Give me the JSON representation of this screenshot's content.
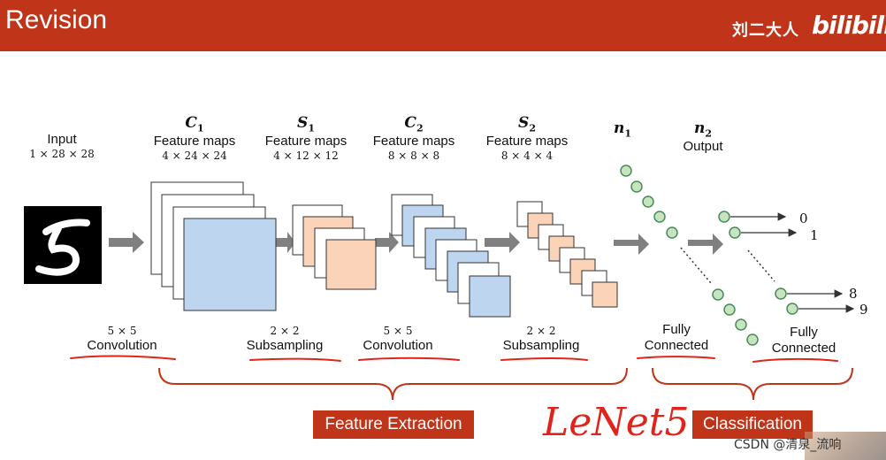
{
  "header": {
    "title": "Revision",
    "brand_cn": "刘二大人",
    "brand_logo": "bilibili"
  },
  "layers": {
    "input": {
      "title": "Input",
      "dims": "1 × 28 × 28"
    },
    "c1": {
      "name": "C",
      "sub": "1",
      "title": "Feature maps",
      "dims": "4 × 24 × 24"
    },
    "s1": {
      "name": "S",
      "sub": "1",
      "title": "Feature maps",
      "dims": "4 × 12 × 12"
    },
    "c2": {
      "name": "C",
      "sub": "2",
      "title": "Feature maps",
      "dims": "8 × 8 × 8"
    },
    "s2": {
      "name": "S",
      "sub": "2",
      "title": "Feature maps",
      "dims": "8 × 4 × 4"
    },
    "n1": {
      "name": "n",
      "sub": "1"
    },
    "n2": {
      "name": "n",
      "sub": "2",
      "title": "Output"
    }
  },
  "operations": {
    "conv1": {
      "kernel": "5 × 5",
      "label": "Convolution"
    },
    "sub1": {
      "kernel": "2 × 2",
      "label": "Subsampling"
    },
    "conv2": {
      "kernel": "5 × 5",
      "label": "Convolution"
    },
    "sub2": {
      "kernel": "2 × 2",
      "label": "Subsampling"
    },
    "fc1": {
      "line1": "Fully",
      "line2": "Connected"
    },
    "fc2": {
      "line1": "Fully",
      "line2": "Connected"
    }
  },
  "outputs": [
    "0",
    "1",
    "8",
    "9"
  ],
  "stages": {
    "feature_extraction": "Feature Extraction",
    "classification": "Classification"
  },
  "handwriting": "LeNet5",
  "footer": "CSDN @清泉_流响",
  "colors": {
    "accent": "#c0351a",
    "conv_map": "#bdd5ef",
    "pool_map": "#fbd3b8",
    "neuron": "#c6e4c0",
    "ink": "#e0231b"
  }
}
